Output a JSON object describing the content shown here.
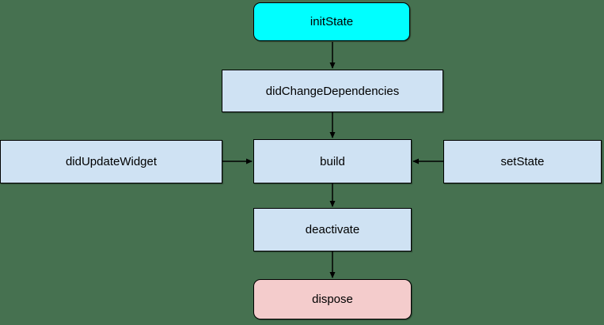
{
  "diagram": {
    "background_color": "#467150",
    "border_color": "#000000",
    "edge_color": "#000000",
    "text_color": "#000000",
    "nodes": {
      "initState": {
        "label": "initState",
        "fill": "#00FFFF",
        "shape": "rounded-rect"
      },
      "didChangeDependencies": {
        "label": "didChangeDependencies",
        "fill": "#CFE2F3",
        "shape": "rect"
      },
      "didUpdateWidget": {
        "label": "didUpdateWidget",
        "fill": "#CFE2F3",
        "shape": "rect"
      },
      "build": {
        "label": "build",
        "fill": "#CFE2F3",
        "shape": "rect"
      },
      "setState": {
        "label": "setState",
        "fill": "#CFE2F3",
        "shape": "rect"
      },
      "deactivate": {
        "label": "deactivate",
        "fill": "#CFE2F3",
        "shape": "rect"
      },
      "dispose": {
        "label": "dispose",
        "fill": "#F4CCCC",
        "shape": "rounded-rect"
      }
    },
    "edges": [
      {
        "from": "initState",
        "to": "didChangeDependencies",
        "direction": "down"
      },
      {
        "from": "didChangeDependencies",
        "to": "build",
        "direction": "down"
      },
      {
        "from": "didUpdateWidget",
        "to": "build",
        "direction": "right"
      },
      {
        "from": "setState",
        "to": "build",
        "direction": "left"
      },
      {
        "from": "build",
        "to": "deactivate",
        "direction": "down"
      },
      {
        "from": "deactivate",
        "to": "dispose",
        "direction": "down"
      }
    ]
  }
}
